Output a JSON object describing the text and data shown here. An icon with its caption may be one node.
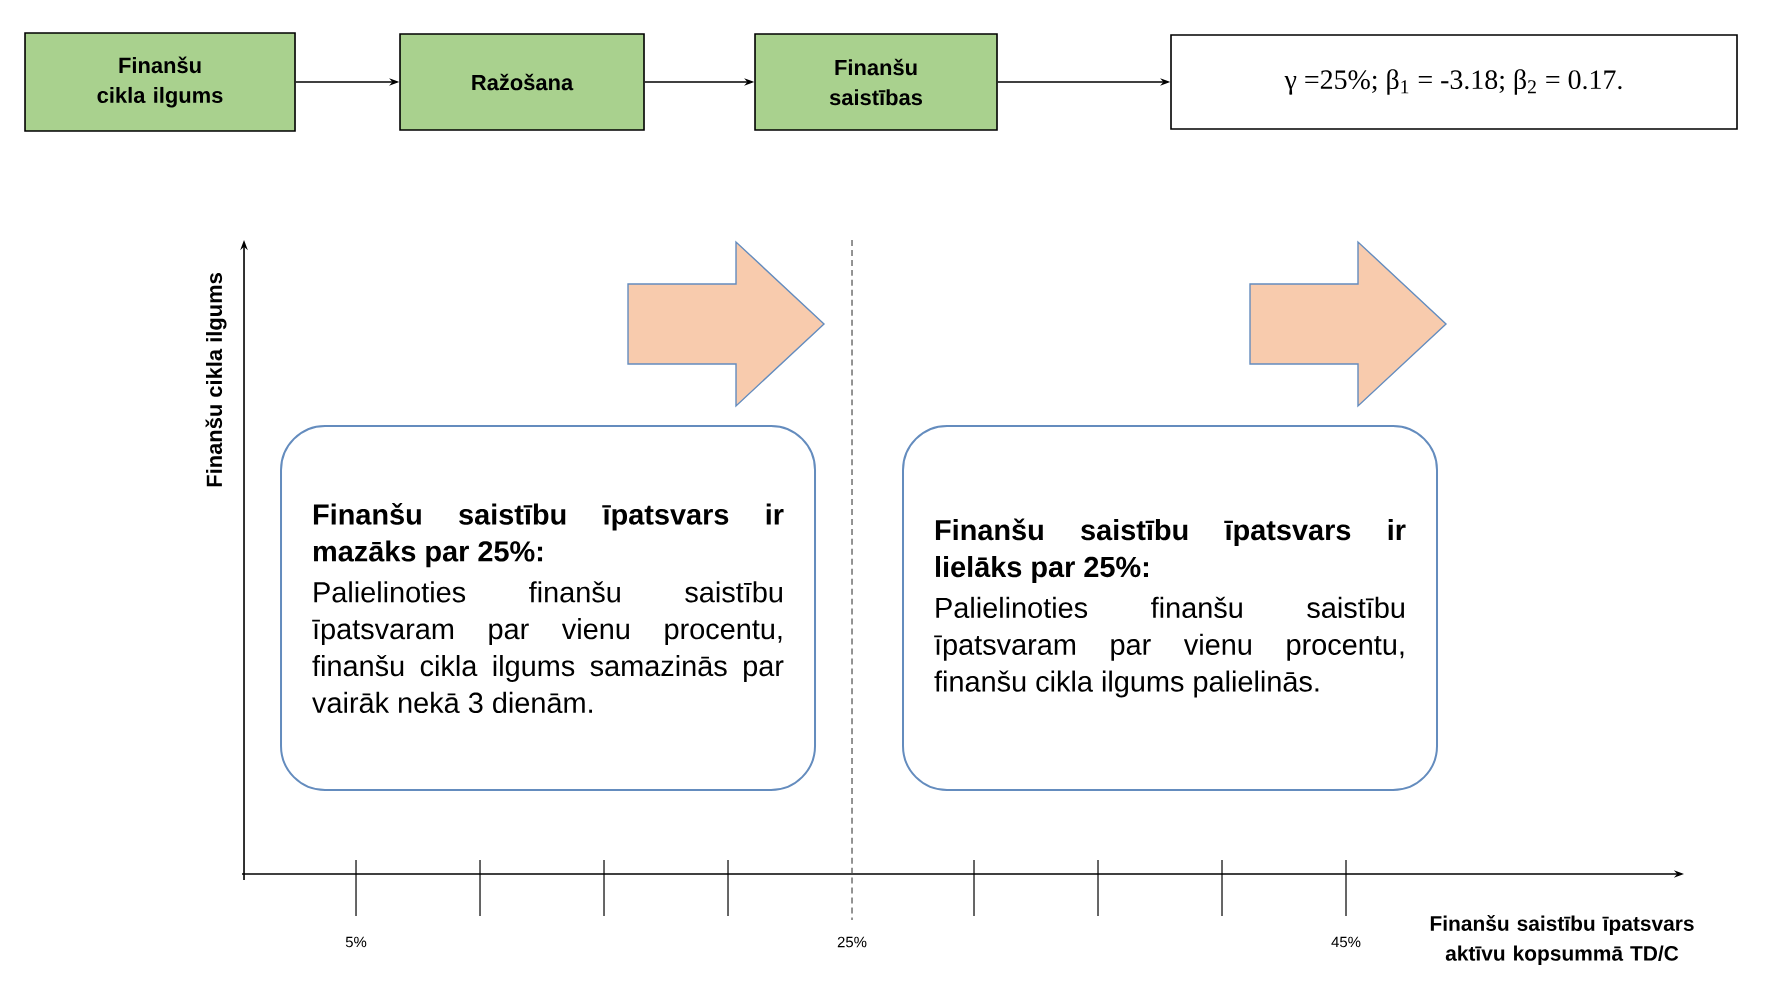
{
  "diagram": {
    "nodes": [
      {
        "text": [
          "Finanšu cikla ilgums"
        ]
      },
      {
        "text": [
          "Ražošana"
        ]
      },
      {
        "text": [
          "Finanšu saistības"
        ]
      },
      {
        "text": [
          "γ =25%; β$_{1}$ = -3.18; β$_{2}$ = 0.17."
        ]
      },
      {
        "text": [
          "Finanšu saistību īpatsvars ir mazāks par 25%:",
          "Palielinoties finanšu saistību īpatsvaram par vienu procentu, finanšu cikla ilgums samazinās par vairāk nekā 3 dienām."
        ]
      },
      {
        "text": [
          "Finanšu saistību īpatsvars ir lielāks par 25%:",
          "Palielinoties finanšu saistību īpatsvaram par vienu procentu, finanšu cikla ilgums palielinās."
        ]
      }
    ],
    "edges": [
      {
        "from": 0,
        "to": 1,
        "arrow": "to"
      },
      {
        "from": 1,
        "to": 2,
        "arrow": "to"
      },
      {
        "from": 2,
        "to": 3,
        "arrow": "to"
      }
    ],
    "labels": [
      "Finanšu cikla ilgums",
      "5%",
      "25%",
      "45%",
      "Finanšu saistību īpatsvars aktīvu kopsummā TD/C"
    ]
  }
}
